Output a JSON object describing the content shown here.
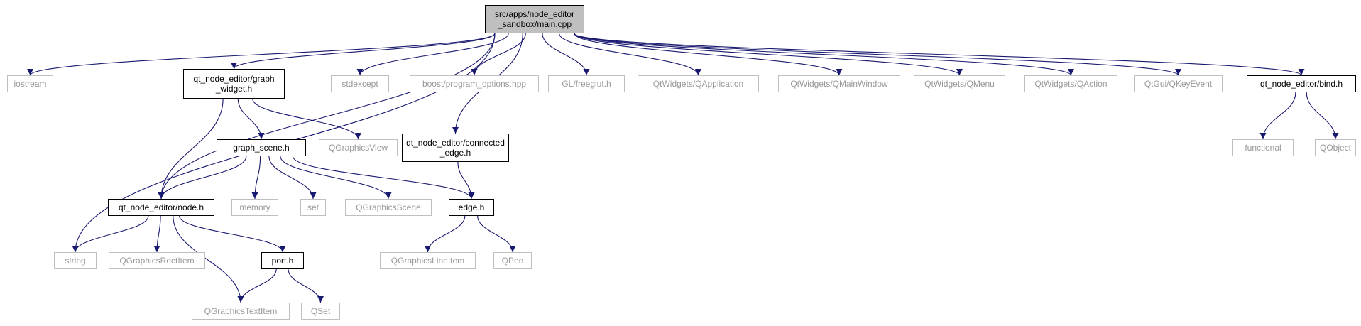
{
  "diagram": {
    "type": "include-dependency-graph",
    "colors": {
      "edge": "#191970",
      "root_fill": "#bfbfbf",
      "local_border": "#000000",
      "external_border": "#bfbfbf",
      "external_text": "#999999"
    },
    "nodes": [
      {
        "id": "main",
        "label": "src/apps/node_editor\n_sandbox/main.cpp",
        "kind": "root"
      },
      {
        "id": "iostream",
        "label": "iostream",
        "kind": "external"
      },
      {
        "id": "string",
        "label": "string",
        "kind": "external"
      },
      {
        "id": "node_h",
        "label": "qt_node_editor/node.h",
        "kind": "local"
      },
      {
        "id": "graph_widget",
        "label": "qt_node_editor/graph\n_widget.h",
        "kind": "local"
      },
      {
        "id": "stdexcept",
        "label": "stdexcept",
        "kind": "external"
      },
      {
        "id": "boost_po",
        "label": "boost/program_options.hpp",
        "kind": "external"
      },
      {
        "id": "freeglut",
        "label": "GL/freeglut.h",
        "kind": "external"
      },
      {
        "id": "qapplication",
        "label": "QtWidgets/QApplication",
        "kind": "external"
      },
      {
        "id": "qmainwindow",
        "label": "QtWidgets/QMainWindow",
        "kind": "external"
      },
      {
        "id": "qmenu",
        "label": "QtWidgets/QMenu",
        "kind": "external"
      },
      {
        "id": "qaction",
        "label": "QtWidgets/QAction",
        "kind": "external"
      },
      {
        "id": "qkeyevent",
        "label": "QtGui/QKeyEvent",
        "kind": "external"
      },
      {
        "id": "bind_h",
        "label": "qt_node_editor/bind.h",
        "kind": "local"
      },
      {
        "id": "connected_edge",
        "label": "qt_node_editor/connected\n_edge.h",
        "kind": "local"
      },
      {
        "id": "graph_scene",
        "label": "graph_scene.h",
        "kind": "local"
      },
      {
        "id": "qgraphicsview",
        "label": "QGraphicsView",
        "kind": "external"
      },
      {
        "id": "memory",
        "label": "memory",
        "kind": "external"
      },
      {
        "id": "set",
        "label": "set",
        "kind": "external"
      },
      {
        "id": "qgraphicsscene",
        "label": "QGraphicsScene",
        "kind": "external"
      },
      {
        "id": "edge_h",
        "label": "edge.h",
        "kind": "local"
      },
      {
        "id": "functional",
        "label": "functional",
        "kind": "external"
      },
      {
        "id": "qobject",
        "label": "QObject",
        "kind": "external"
      },
      {
        "id": "qgraphicsrectitem",
        "label": "QGraphicsRectItem",
        "kind": "external"
      },
      {
        "id": "port_h",
        "label": "port.h",
        "kind": "local"
      },
      {
        "id": "qgraphicslineitem",
        "label": "QGraphicsLineItem",
        "kind": "external"
      },
      {
        "id": "qpen",
        "label": "QPen",
        "kind": "external"
      },
      {
        "id": "qgraphicstextitem",
        "label": "QGraphicsTextItem",
        "kind": "external"
      },
      {
        "id": "qset",
        "label": "QSet",
        "kind": "external"
      }
    ],
    "edges": [
      [
        "main",
        "iostream"
      ],
      [
        "main",
        "string"
      ],
      [
        "main",
        "node_h"
      ],
      [
        "main",
        "graph_widget"
      ],
      [
        "main",
        "stdexcept"
      ],
      [
        "main",
        "boost_po"
      ],
      [
        "main",
        "freeglut"
      ],
      [
        "main",
        "qapplication"
      ],
      [
        "main",
        "qmainwindow"
      ],
      [
        "main",
        "qmenu"
      ],
      [
        "main",
        "qaction"
      ],
      [
        "main",
        "qkeyevent"
      ],
      [
        "main",
        "bind_h"
      ],
      [
        "main",
        "connected_edge"
      ],
      [
        "graph_widget",
        "node_h"
      ],
      [
        "graph_widget",
        "graph_scene"
      ],
      [
        "graph_widget",
        "qgraphicsview"
      ],
      [
        "graph_scene",
        "node_h"
      ],
      [
        "graph_scene",
        "memory"
      ],
      [
        "graph_scene",
        "set"
      ],
      [
        "graph_scene",
        "qgraphicsscene"
      ],
      [
        "graph_scene",
        "edge_h"
      ],
      [
        "connected_edge",
        "edge_h"
      ],
      [
        "node_h",
        "string"
      ],
      [
        "node_h",
        "qgraphicsrectitem"
      ],
      [
        "node_h",
        "port_h"
      ],
      [
        "node_h",
        "qgraphicstextitem"
      ],
      [
        "port_h",
        "qgraphicstextitem"
      ],
      [
        "port_h",
        "qset"
      ],
      [
        "edge_h",
        "qgraphicslineitem"
      ],
      [
        "edge_h",
        "qpen"
      ],
      [
        "bind_h",
        "functional"
      ],
      [
        "bind_h",
        "qobject"
      ]
    ]
  }
}
